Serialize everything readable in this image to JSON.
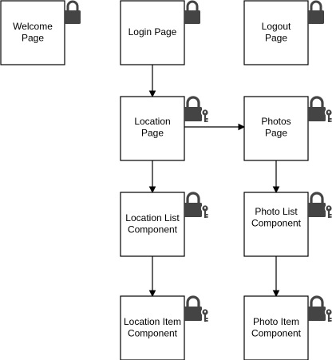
{
  "colors": {
    "node_border": "#000000",
    "node_fill": "#ffffff",
    "text": "#000000",
    "lock_icon": "#444444",
    "edge": "#000000"
  },
  "nodes": [
    {
      "id": "welcome-page",
      "lines": [
        "Welcome",
        "Page"
      ],
      "icon": "lock-icon"
    },
    {
      "id": "login-page",
      "lines": [
        "Login Page"
      ],
      "icon": "lock-icon"
    },
    {
      "id": "logout-page",
      "lines": [
        "Logout",
        "Page"
      ],
      "icon": "lock-icon"
    },
    {
      "id": "location-page",
      "lines": [
        "Location",
        "Page"
      ],
      "icon": "lock-with-key-icon"
    },
    {
      "id": "photos-page",
      "lines": [
        "Photos",
        "Page"
      ],
      "icon": "lock-with-key-icon"
    },
    {
      "id": "location-list-component",
      "lines": [
        "Location List",
        "Component"
      ],
      "icon": "lock-with-key-icon"
    },
    {
      "id": "photo-list-component",
      "lines": [
        "Photo List",
        "Component"
      ],
      "icon": "lock-with-key-icon"
    },
    {
      "id": "location-item-component",
      "lines": [
        "Location Item",
        "Component"
      ],
      "icon": "lock-with-key-icon"
    },
    {
      "id": "photo-item-component",
      "lines": [
        "Photo Item",
        "Component"
      ],
      "icon": "lock-with-key-icon"
    }
  ],
  "edges": [
    {
      "from": "login-page",
      "to": "location-page"
    },
    {
      "from": "location-page",
      "to": "photos-page"
    },
    {
      "from": "location-page",
      "to": "location-list-component"
    },
    {
      "from": "photos-page",
      "to": "photo-list-component"
    },
    {
      "from": "location-list-component",
      "to": "location-item-component"
    },
    {
      "from": "photo-list-component",
      "to": "photo-item-component"
    }
  ]
}
